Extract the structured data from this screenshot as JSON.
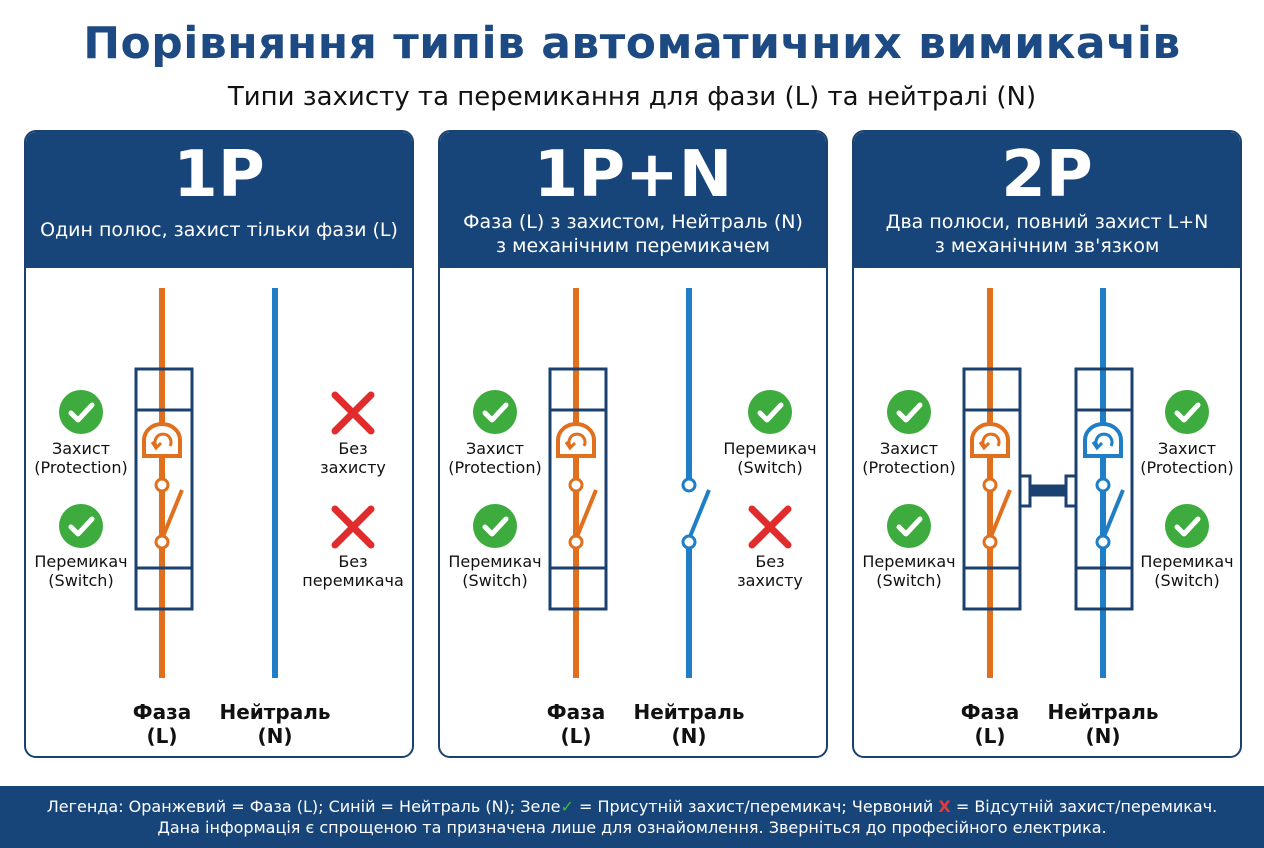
{
  "title": "Порівняння типів автоматичних вимикачів",
  "subtitle": "Типи захисту та перемикання для фази (L) та нейтралі (N)",
  "colors": {
    "phase": "#e0701e",
    "neutral": "#1f7ec6",
    "frame": "#1b4170",
    "check": "#3dab3d",
    "cross": "#e02c2c",
    "header": "#184579"
  },
  "icons": [
    "check-icon",
    "cross-icon",
    "breaker-trip-icon",
    "switch-icon"
  ],
  "panels": [
    {
      "code": "1P",
      "desc1": "Один полюс, захист тільки фази (L)",
      "desc2": "",
      "left_top": {
        "l1": "Захист",
        "l2": "(Protection)"
      },
      "left_bottom": {
        "l1": "Перемикач",
        "l2": "(Switch)"
      },
      "right_top": {
        "l1": "Без",
        "l2": "захисту"
      },
      "right_bottom": {
        "l1": "Без",
        "l2": "перемикача"
      },
      "phase_label": {
        "l1": "Фаза",
        "l2": "(L)"
      },
      "neutral_label": {
        "l1": "Нейтраль",
        "l2": "(N)"
      }
    },
    {
      "code": "1P+N",
      "desc1": "Фаза (L) з захистом, Нейтраль (N)",
      "desc2": "з механічним перемикачем",
      "left_top": {
        "l1": "Захист",
        "l2": "(Protection)"
      },
      "left_bottom": {
        "l1": "Перемикач",
        "l2": "(Switch)"
      },
      "right_top": {
        "l1": "Перемикач",
        "l2": "(Switch)"
      },
      "right_bottom": {
        "l1": "Без",
        "l2": "захисту"
      },
      "phase_label": {
        "l1": "Фаза",
        "l2": "(L)"
      },
      "neutral_label": {
        "l1": "Нейтраль",
        "l2": "(N)"
      }
    },
    {
      "code": "2P",
      "desc1": "Два полюси, повний захист L+N",
      "desc2": "з механічним зв'язком",
      "left_top": {
        "l1": "Захист",
        "l2": "(Protection)"
      },
      "left_bottom": {
        "l1": "Перемикач",
        "l2": "(Switch)"
      },
      "right_top": {
        "l1": "Захист",
        "l2": "(Protection)"
      },
      "right_bottom": {
        "l1": "Перемикач",
        "l2": "(Switch)"
      },
      "phase_label": {
        "l1": "Фаза",
        "l2": "(L)"
      },
      "neutral_label": {
        "l1": "Нейтраль",
        "l2": "(N)"
      }
    }
  ],
  "footer": {
    "line1_a": "Легенда: Оранжевий = Фаза (L); Синій = Нейтраль (N); Зеле",
    "check_glyph": "✓",
    "line1_b": " = Присутній захист/перемикач; Червоний ",
    "cross_glyph": "X",
    "line1_c": " = Відсутній захист/перемикач.",
    "line2": "Дана інформація є спрощеною та призначена лише для ознайомлення. Зверніться до професійного електрика."
  }
}
